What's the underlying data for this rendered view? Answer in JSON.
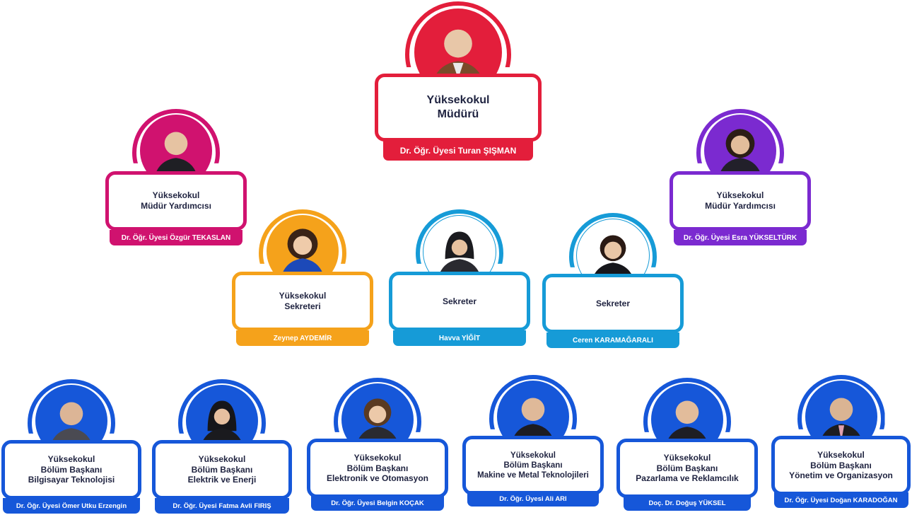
{
  "colors": {
    "red": "#e31e3b",
    "magenta": "#d0126f",
    "purple": "#7b2ad0",
    "orange": "#f5a21b",
    "cyan": "#169bd7",
    "blue": "#1657d9"
  },
  "director": {
    "title_line1": "Yüksekokul",
    "title_line2": "Müdürü",
    "name": "Dr. Öğr. Üyesi Turan ŞIŞMAN",
    "icon": "person-photo-icon"
  },
  "deputy_left": {
    "title_line1": "Yüksekokul",
    "title_line2": "Müdür Yardımcısı",
    "name": "Dr. Öğr. Üyesi Özgür TEKASLAN"
  },
  "deputy_right": {
    "title_line1": "Yüksekokul",
    "title_line2": "Müdür Yardımcısı",
    "name": "Dr. Öğr. Üyesi Esra YÜKSELTÜRK"
  },
  "school_secretary": {
    "title_line1": "Yüksekokul",
    "title_line2": "Sekreteri",
    "name": "Zeynep AYDEMİR"
  },
  "secretary_1": {
    "title_line1": "Sekreter",
    "name": "Havva YİĞİT"
  },
  "secretary_2": {
    "title_line1": "Sekreter",
    "name": "Ceren KARAMAĞARALI"
  },
  "department_heads": [
    {
      "line1": "Yüksekokul",
      "line2": "Bölüm Başkanı",
      "line3": "Bilgisayar Teknolojisi",
      "name": "Dr. Öğr. Üyesi Ömer Utku Erzengin"
    },
    {
      "line1": "Yüksekokul",
      "line2": "Bölüm Başkanı",
      "line3": "Elektrik ve Enerji",
      "name": "Dr. Öğr. Üyesi Fatma Avli FIRIŞ"
    },
    {
      "line1": "Yüksekokul",
      "line2": "Bölüm Başkanı",
      "line3": "Elektronik ve Otomasyon",
      "name": "Dr. Öğr. Üyesi Belgin KOÇAK"
    },
    {
      "line1": "Yüksekokul",
      "line2": "Bölüm Başkanı",
      "line3": "Makine ve Metal Teknolojileri",
      "name": "Dr. Öğr. Üyesi Ali ARI"
    },
    {
      "line1": "Yüksekokul",
      "line2": "Bölüm Başkanı",
      "line3": "Pazarlama ve Reklamcılık",
      "name": "Doç. Dr. Doğuş YÜKSEL"
    },
    {
      "line1": "Yüksekokul",
      "line2": "Bölüm Başkanı",
      "line3": "Yönetim ve Organizasyon",
      "name": "Dr. Öğr. Üyesi Doğan KARADOĞAN"
    }
  ]
}
